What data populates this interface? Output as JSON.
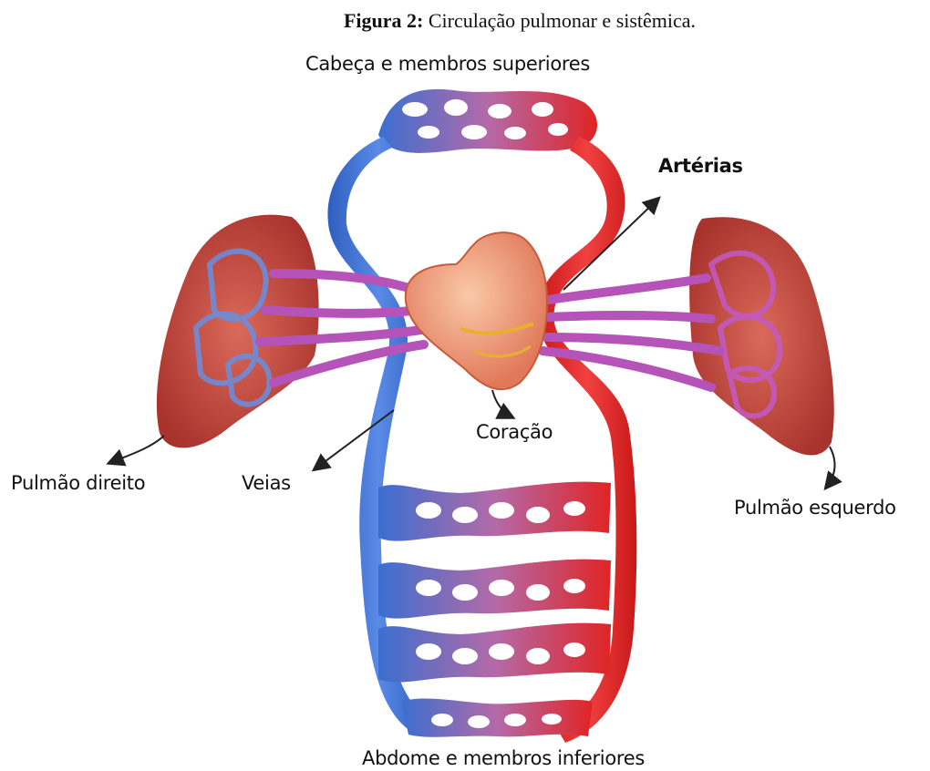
{
  "caption": {
    "bold": "Figura 2:",
    "text": " Circulação pulmonar e sistêmica."
  },
  "labels": {
    "head": "Cabeça e membros superiores",
    "arteries": "Artérias",
    "right_lung": "Pulmão direito",
    "veins": "Veias",
    "heart": "Coração",
    "left_lung": "Pulmão esquerdo",
    "abdomen": "Abdome e membros inferiores"
  },
  "colors": {
    "vein": "#3a6fd0",
    "artery": "#e02424",
    "pulmonary": "#b553b8",
    "lung": "#c9483f",
    "heart": "#f0a07a"
  }
}
